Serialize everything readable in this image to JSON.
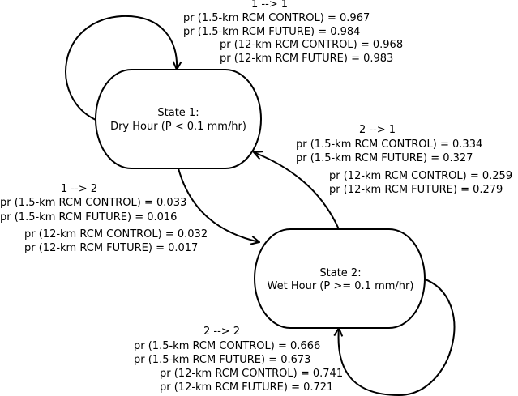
{
  "states": {
    "s1": {
      "title": "State 1:",
      "desc": "Dry Hour (P < 0.1 mm/hr)"
    },
    "s2": {
      "title": "State 2:",
      "desc": "Wet Hour (P >= 0.1 mm/hr)"
    }
  },
  "transitions": {
    "t11": {
      "label": "1 --> 1",
      "probs": [
        "pr (1.5-km RCM CONTROL) = 0.967",
        "pr (1.5-km RCM FUTURE) = 0.984",
        "pr (12-km RCM CONTROL) = 0.968",
        "pr (12-km RCM FUTURE) = 0.983"
      ]
    },
    "t21": {
      "label": "2 --> 1",
      "probs": [
        "pr (1.5-km RCM CONTROL) = 0.334",
        "pr (1.5-km RCM FUTURE) = 0.327",
        "pr (12-km RCM CONTROL) = 0.259",
        "pr (12-km RCM FUTURE) = 0.279"
      ]
    },
    "t12": {
      "label": "1 --> 2",
      "probs": [
        "pr (1.5-km RCM CONTROL) = 0.033",
        "pr (1.5-km RCM FUTURE) = 0.016",
        "pr (12-km RCM CONTROL) = 0.032",
        "pr (12-km RCM FUTURE) = 0.017"
      ]
    },
    "t22": {
      "label": "2 --> 2",
      "probs": [
        "pr (1.5-km RCM CONTROL) = 0.666",
        "pr (1.5-km RCM FUTURE) = 0.673",
        "pr (12-km RCM CONTROL) = 0.741",
        "pr (12-km RCM FUTURE) = 0.721"
      ]
    }
  }
}
